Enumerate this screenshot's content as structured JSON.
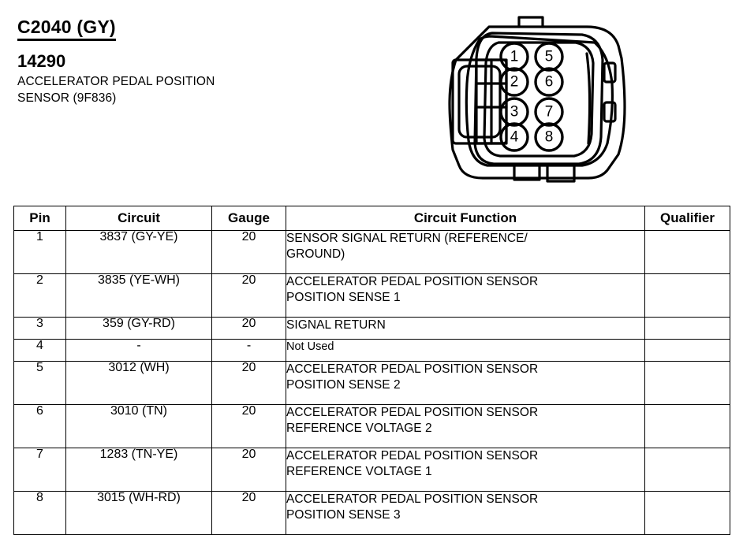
{
  "header": {
    "connector_title": "C2040 (GY)",
    "component_code": "14290",
    "component_description_line1": "ACCELERATOR PEDAL POSITION",
    "component_description_line2": "SENSOR (9F836)"
  },
  "connector": {
    "name": "8-way-connector-face-view",
    "pin_labels": [
      "1",
      "2",
      "3",
      "4",
      "5",
      "6",
      "7",
      "8"
    ],
    "left_column_pins": [
      "1",
      "2",
      "3",
      "4"
    ],
    "right_column_pins": [
      "5",
      "6",
      "7",
      "8"
    ],
    "outline_color": "#000000"
  },
  "table": {
    "columns": [
      "Pin",
      "Circuit",
      "Gauge",
      "Circuit Function",
      "Qualifier"
    ],
    "rows": [
      {
        "pin": "1",
        "circuit": "3837 (GY-YE)",
        "gauge": "20",
        "function_line1": "SENSOR SIGNAL RETURN (REFERENCE/",
        "function_line2": "GROUND)",
        "qualifier": "",
        "lines": 2,
        "small": false
      },
      {
        "pin": "2",
        "circuit": "3835 (YE-WH)",
        "gauge": "20",
        "function_line1": "ACCELERATOR PEDAL POSITION SENSOR",
        "function_line2": "POSITION SENSE 1",
        "qualifier": "",
        "lines": 2,
        "small": false
      },
      {
        "pin": "3",
        "circuit": "359 (GY-RD)",
        "gauge": "20",
        "function_line1": "SIGNAL RETURN",
        "function_line2": "",
        "qualifier": "",
        "lines": 1,
        "small": false
      },
      {
        "pin": "4",
        "circuit": "-",
        "gauge": "-",
        "function_line1": "Not Used",
        "function_line2": "",
        "qualifier": "",
        "lines": 1,
        "small": true
      },
      {
        "pin": "5",
        "circuit": "3012 (WH)",
        "gauge": "20",
        "function_line1": "ACCELERATOR PEDAL POSITION SENSOR",
        "function_line2": "POSITION SENSE 2",
        "qualifier": "",
        "lines": 2,
        "small": false
      },
      {
        "pin": "6",
        "circuit": "3010 (TN)",
        "gauge": "20",
        "function_line1": "ACCELERATOR PEDAL POSITION SENSOR",
        "function_line2": "REFERENCE VOLTAGE 2",
        "qualifier": "",
        "lines": 2,
        "small": false
      },
      {
        "pin": "7",
        "circuit": "1283 (TN-YE)",
        "gauge": "20",
        "function_line1": "ACCELERATOR PEDAL POSITION SENSOR",
        "function_line2": "REFERENCE VOLTAGE 1",
        "qualifier": "",
        "lines": 2,
        "small": false
      },
      {
        "pin": "8",
        "circuit": "3015 (WH-RD)",
        "gauge": "20",
        "function_line1": "ACCELERATOR PEDAL POSITION SENSOR",
        "function_line2": "POSITION SENSE 3",
        "qualifier": "",
        "lines": 2,
        "small": false
      }
    ]
  }
}
